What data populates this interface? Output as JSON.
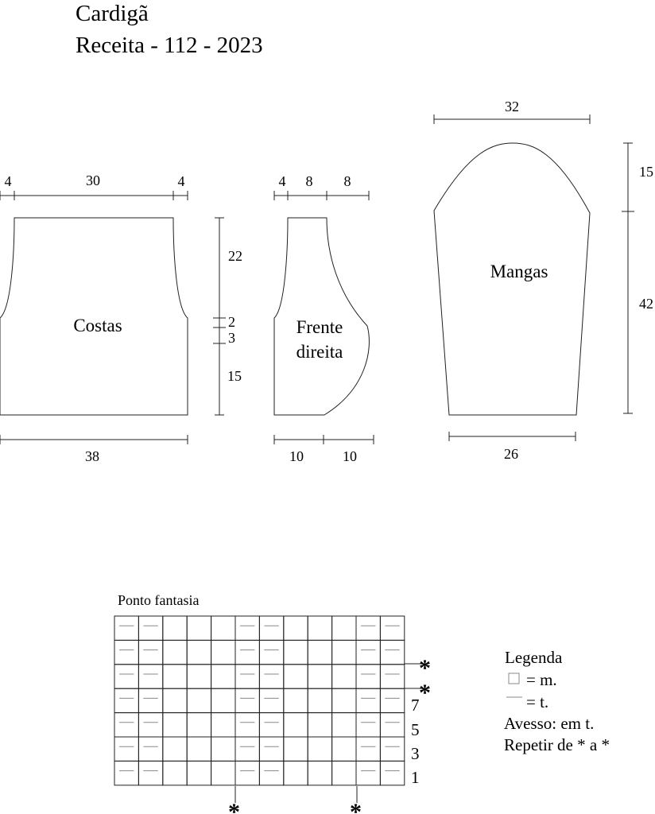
{
  "header": {
    "title": "Cardigã",
    "subtitle": "Receita - 112 - 2023"
  },
  "back": {
    "label": "Costas",
    "top_left": "4",
    "top_mid": "30",
    "top_right": "4",
    "side_top": "22",
    "side_a": "2",
    "side_b": "3",
    "side_bottom": "15",
    "bottom": "38"
  },
  "front": {
    "label_line1": "Frente",
    "label_line2": "direita",
    "top_a": "4",
    "top_b": "8",
    "top_c": "8",
    "bottom_a": "10",
    "bottom_b": "10"
  },
  "sleeve": {
    "label": "Mangas",
    "top": "32",
    "side_top": "15",
    "side_bottom": "42",
    "bottom": "26"
  },
  "stitch_chart": {
    "title": "Ponto fantasia",
    "cols": 12,
    "rows": 7,
    "purl_cols": [
      1,
      2,
      6,
      7,
      11,
      12
    ],
    "row_numbers": [
      "7",
      "5",
      "3",
      "1"
    ],
    "repeat_marker": "*"
  },
  "legend": {
    "title": "Legenda",
    "knit_symbol": "□",
    "knit_text": "= m.",
    "purl_text": "= t.",
    "wrong_side": "Avesso: em t.",
    "repeat": "Repetir de * a *"
  }
}
